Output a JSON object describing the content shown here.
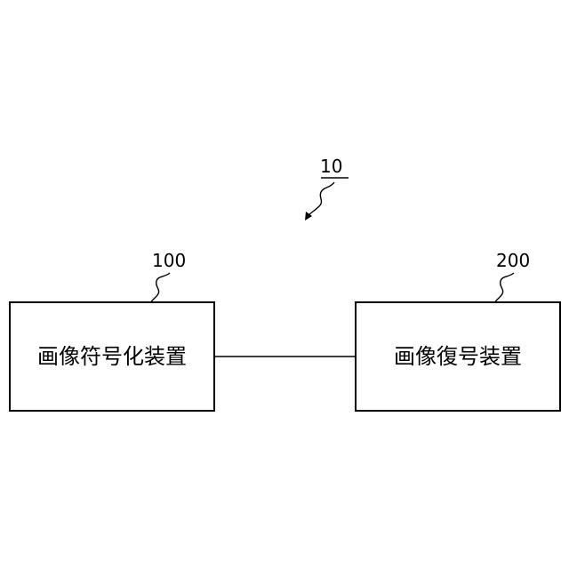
{
  "system": {
    "ref": "10"
  },
  "encoder": {
    "ref": "100",
    "label": "画像符号化装置"
  },
  "decoder": {
    "ref": "200",
    "label": "画像復号装置"
  }
}
